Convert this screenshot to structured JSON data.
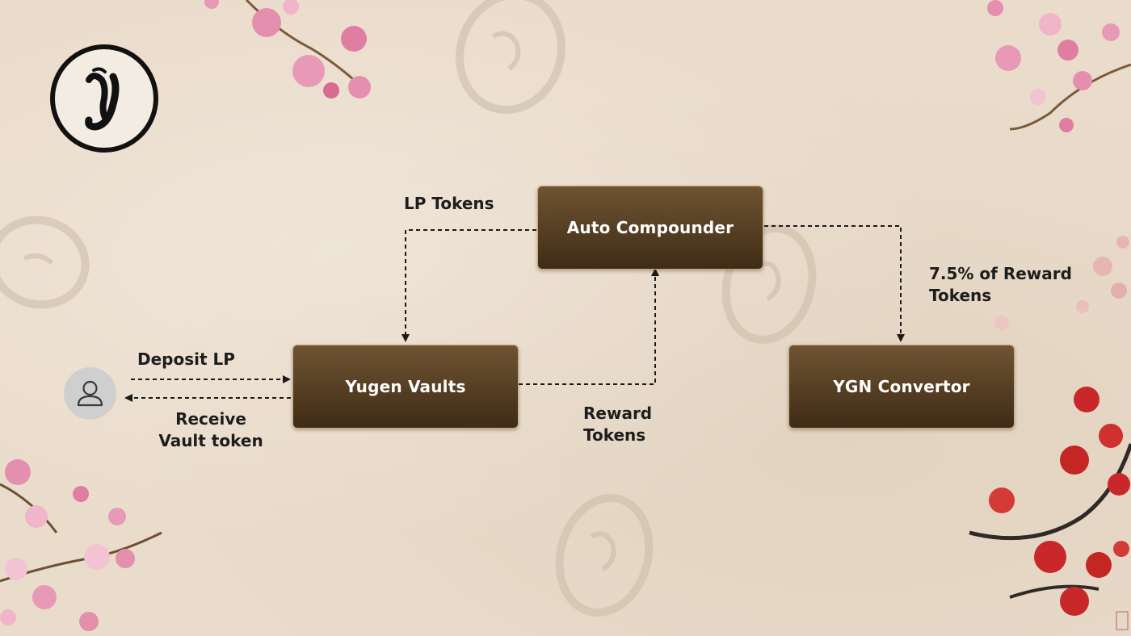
{
  "diagram": {
    "nodes": {
      "auto_compounder": "Auto Compounder",
      "yugen_vaults": "Yugen Vaults",
      "ygn_convertor": "YGN Convertor"
    },
    "edge_labels": {
      "lp_tokens": "LP Tokens",
      "reward_tokens_line1": "Reward",
      "reward_tokens_line2": "Tokens",
      "percent_line1": "7.5% of Reward",
      "percent_line2": "Tokens",
      "deposit_lp": "Deposit LP",
      "receive_line1": "Receive",
      "receive_line2": "Vault token"
    }
  },
  "colors": {
    "background": "#eadccb",
    "node_fill": "#5a4226",
    "connector": "#1a1a1a",
    "blossom_pink": "#e48fae",
    "blossom_red": "#c8282a"
  },
  "icons": {
    "logo": "yugen-y-logo",
    "user": "user-icon"
  }
}
